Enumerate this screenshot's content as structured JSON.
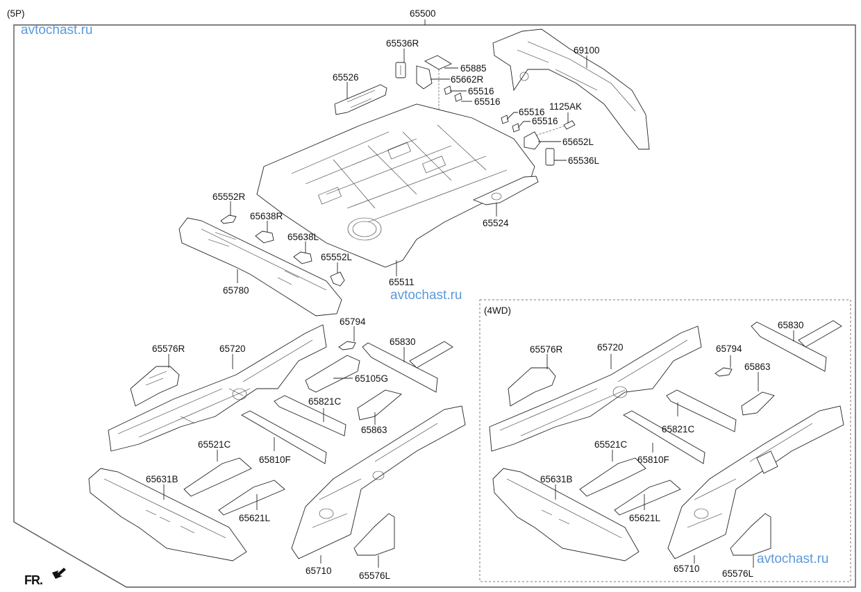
{
  "diagram": {
    "variant_top": "(5P)",
    "assembly_number": "65500",
    "variant_inset": "(4WD)",
    "front_indicator": "FR.",
    "watermark": "avtochast.ru",
    "colors": {
      "line": "#222222",
      "frame": "#555555",
      "watermark": "#4a8fd8"
    }
  },
  "main_parts": [
    {
      "id": "p65536R",
      "label": "65536R"
    },
    {
      "id": "p65885",
      "label": "65885"
    },
    {
      "id": "p65662R",
      "label": "65662R"
    },
    {
      "id": "p65516a",
      "label": "65516"
    },
    {
      "id": "p65516b",
      "label": "65516"
    },
    {
      "id": "p65526",
      "label": "65526"
    },
    {
      "id": "p69100",
      "label": "69100"
    },
    {
      "id": "p65516c",
      "label": "65516"
    },
    {
      "id": "p1125AK",
      "label": "1125AK"
    },
    {
      "id": "p65516d",
      "label": "65516"
    },
    {
      "id": "p65652L",
      "label": "65652L"
    },
    {
      "id": "p65536L",
      "label": "65536L"
    },
    {
      "id": "p65524",
      "label": "65524"
    },
    {
      "id": "p65552R",
      "label": "65552R"
    },
    {
      "id": "p65638R",
      "label": "65638R"
    },
    {
      "id": "p65638L",
      "label": "65638L"
    },
    {
      "id": "p65552L",
      "label": "65552L"
    },
    {
      "id": "p65780",
      "label": "65780"
    },
    {
      "id": "p65511",
      "label": "65511"
    },
    {
      "id": "p65794",
      "label": "65794"
    },
    {
      "id": "p65576R",
      "label": "65576R"
    },
    {
      "id": "p65720",
      "label": "65720"
    },
    {
      "id": "p65830",
      "label": "65830"
    },
    {
      "id": "p65105G",
      "label": "65105G"
    },
    {
      "id": "p65821C",
      "label": "65821C"
    },
    {
      "id": "p65863",
      "label": "65863"
    },
    {
      "id": "p65810F",
      "label": "65810F"
    },
    {
      "id": "p65521C",
      "label": "65521C"
    },
    {
      "id": "p65631B",
      "label": "65631B"
    },
    {
      "id": "p65621L",
      "label": "65621L"
    },
    {
      "id": "p65710",
      "label": "65710"
    },
    {
      "id": "p65576L",
      "label": "65576L"
    }
  ],
  "inset_parts": [
    {
      "id": "i65576R",
      "label": "65576R"
    },
    {
      "id": "i65720",
      "label": "65720"
    },
    {
      "id": "i65794",
      "label": "65794"
    },
    {
      "id": "i65830",
      "label": "65830"
    },
    {
      "id": "i65863",
      "label": "65863"
    },
    {
      "id": "i65821C",
      "label": "65821C"
    },
    {
      "id": "i65521C",
      "label": "65521C"
    },
    {
      "id": "i65810F",
      "label": "65810F"
    },
    {
      "id": "i65631B",
      "label": "65631B"
    },
    {
      "id": "i65621L",
      "label": "65621L"
    },
    {
      "id": "i65710",
      "label": "65710"
    },
    {
      "id": "i65576L",
      "label": "65576L"
    }
  ]
}
